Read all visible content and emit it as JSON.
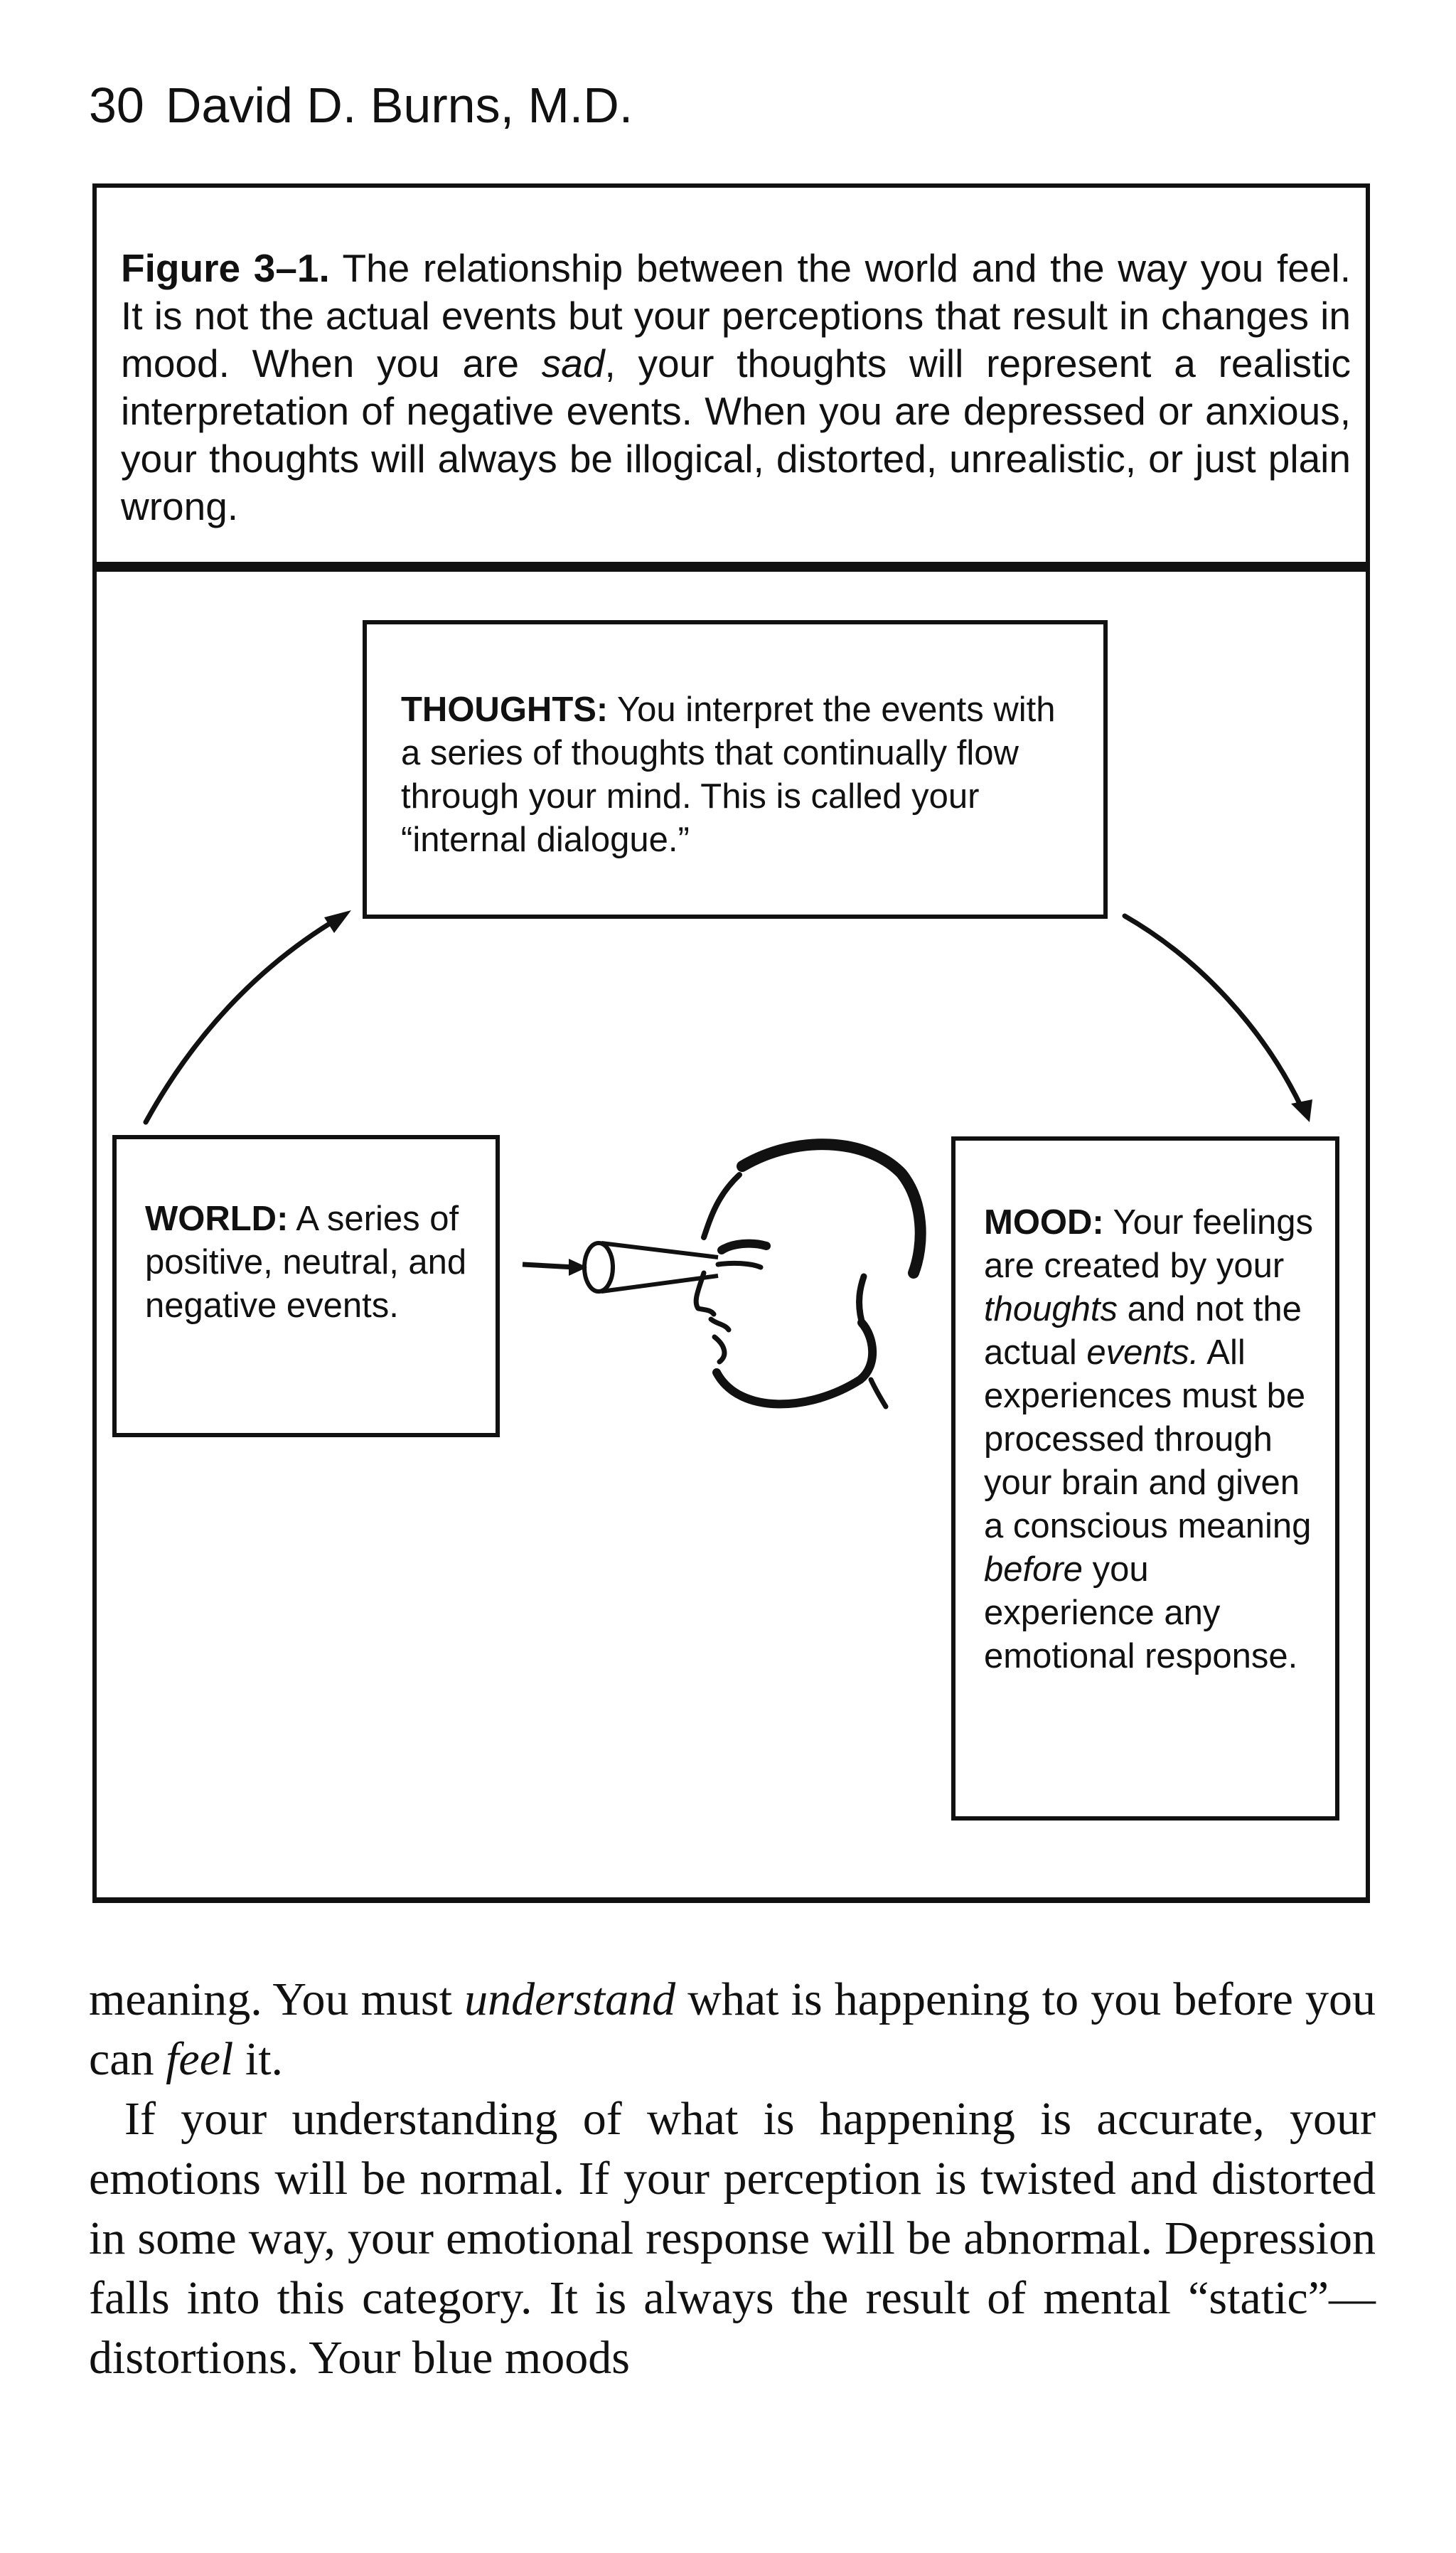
{
  "header": {
    "page_number": "30",
    "author": "David D. Burns, M.D."
  },
  "figure": {
    "label": "Figure 3–1.",
    "caption_part1": "The relationship between the world and the way you feel. It is not the actual events but your perceptions that result in changes in mood. When you are",
    "caption_em": "sad",
    "caption_part2": ", your thoughts will represent a realistic interpretation of negative events. When you are depressed or anxious, your thoughts will always be illogical, distorted, unrealistic, or just plain wrong."
  },
  "diagram": {
    "thoughts": {
      "label": "THOUGHTS:",
      "text": "You interpret the events with a series of thoughts that continually flow through your mind. This is called your “internal dialogue.”"
    },
    "world": {
      "label": "WORLD:",
      "text": "A series of positive, neutral, and negative events."
    },
    "mood": {
      "label": "MOOD:",
      "text_a": "Your feelings are created by your",
      "em_a": "thoughts",
      "text_b": "and not the actual",
      "em_b": "events.",
      "text_c": "All experiences must be processed through your brain and given a conscious meaning",
      "em_c": "before",
      "text_d": "you experience any emotional response."
    },
    "icons": [
      "head-profile-icon",
      "eye-telescope-icon",
      "arrow-world-to-thoughts-icon",
      "arrow-thoughts-to-mood-icon"
    ]
  },
  "body": {
    "p1_a": "meaning. You must",
    "p1_em1": "understand",
    "p1_b": "what is happening to you before you can",
    "p1_em2": "feel",
    "p1_c": "it.",
    "p2": "If your understanding of what is happening is accurate, your emotions will be normal. If your perception is twisted and distorted in some way, your emotional response will be abnormal. Depression falls into this category. It is always the result of mental “static”—distortions. Your blue moods"
  }
}
